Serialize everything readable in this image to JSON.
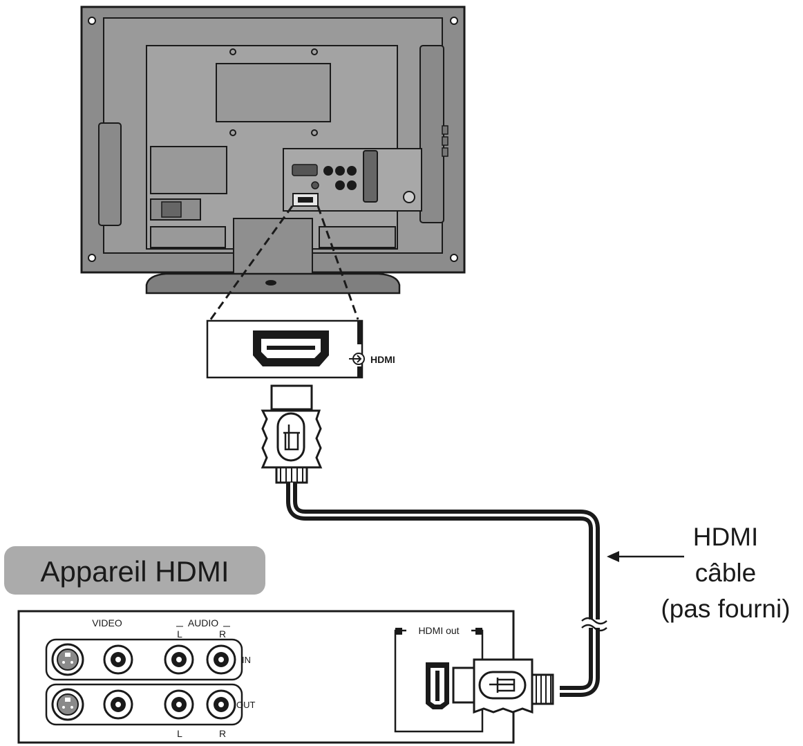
{
  "tv_panel": {
    "label": "HDMI"
  },
  "device": {
    "badge": "Appareil HDMI",
    "video_label": "VIDEO",
    "audio_label": "AUDIO",
    "in_label": "IN",
    "out_label": "OUT",
    "left_label": "L",
    "right_label": "R",
    "hdmi_out_label": "HDMI out"
  },
  "cable": {
    "label_line1": "HDMI",
    "label_line2": "câble",
    "label_line3": "(pas fourni)"
  },
  "colors": {
    "tv_body": "#8c8c8c",
    "tv_panel": "#a3a3a3",
    "badge_fill": "#ababab",
    "cable": "#1a1a1a",
    "outline": "#1a1a1a"
  }
}
